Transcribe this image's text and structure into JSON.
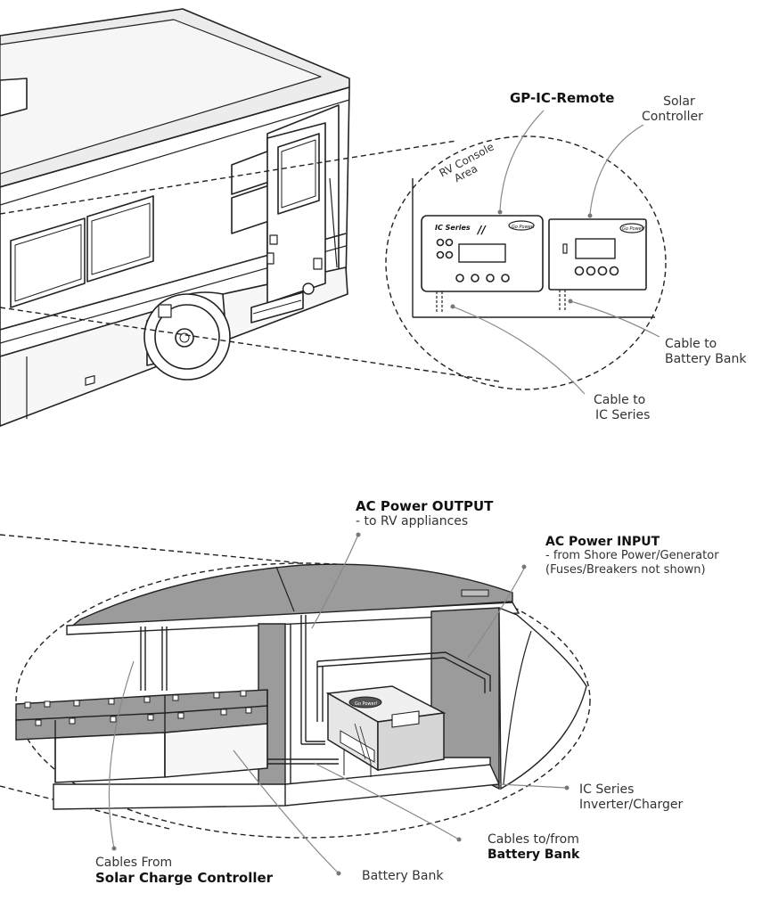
{
  "labels": {
    "remote": "GP-IC-Remote",
    "console_1": "RV Console",
    "console_2": "Area",
    "solar_1": "Solar",
    "solar_2": "Controller",
    "cable_bank_1": "Cable to",
    "cable_bank_2": "Battery Bank",
    "cable_ic_1": "Cable to",
    "cable_ic_2": "IC Series",
    "ac_out_1": "AC Power OUTPUT",
    "ac_out_2": "- to RV appliances",
    "ac_in_1": "AC Power INPUT",
    "ac_in_2": "- from Shore Power/Generator",
    "ac_in_3": "(Fuses/Breakers not shown)",
    "ic_inv_1": "IC Series",
    "ic_inv_2": "Inverter/Charger",
    "cables_bank_1": "Cables to/from",
    "cables_bank_2": "Battery Bank",
    "battery_bank": "Battery Bank",
    "cables_solar_1": "Cables From",
    "cables_solar_2": "Solar Charge Controller"
  },
  "devices": {
    "remote_brand": "IC Series",
    "remote_mark": "//",
    "logo": "Go Power!"
  },
  "colors": {
    "line": "#222222",
    "wall": "#9b9b9b",
    "shadow": "#bdbdbd",
    "panel": "#f4f4f4",
    "leader": "#888888"
  }
}
